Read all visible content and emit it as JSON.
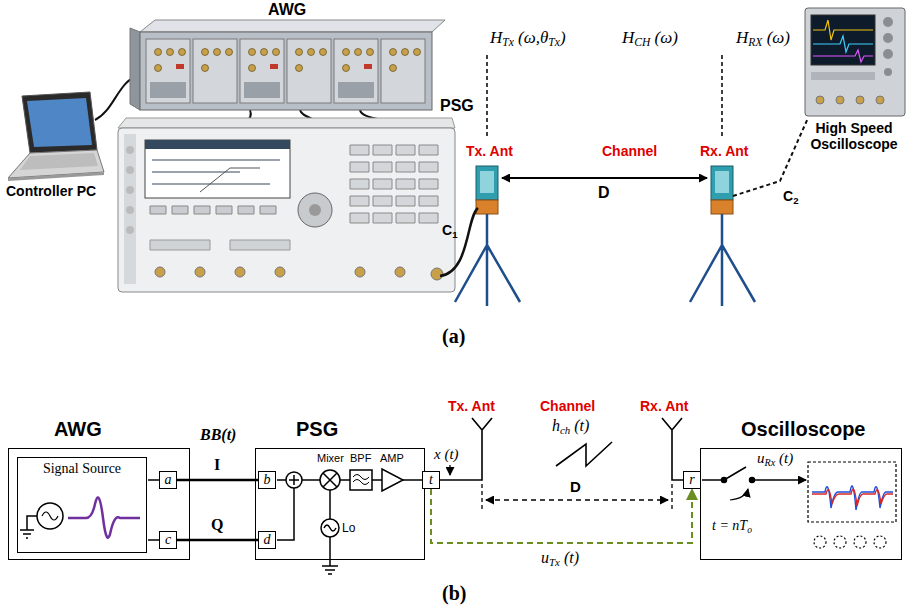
{
  "diagram": {
    "nodes": [
      {
        "text": [
          "AWG"
        ]
      },
      {
        "text": [
          "Signal Source"
        ],
        "in": 0
      },
      {
        "text": [
          "a"
        ],
        "in": 0
      },
      {
        "text": [
          "c"
        ],
        "in": 0
      },
      {
        "text": [
          "PSG"
        ]
      },
      {
        "text": [
          "b"
        ],
        "in": 4
      },
      {
        "text": [
          "d"
        ],
        "in": 4
      },
      {
        "text": [
          "t"
        ],
        "in": 4
      },
      {
        "text": [
          "Oscilloscope"
        ]
      },
      {
        "text": [
          "r"
        ],
        "in": 8
      }
    ],
    "edges": [
      {
        "from": 2,
        "to": 5,
        "arrow": "none",
        "label": "I"
      },
      {
        "from": 3,
        "to": 6,
        "arrow": "none",
        "label": "Q"
      },
      {
        "from": 7,
        "to": 9,
        "arrow": "to"
      }
    ],
    "labels": [
      "AWG",
      "Controller PC",
      "PSG",
      "HTx (ω,θTx)",
      "HCH (ω)",
      "HRX (ω)",
      "Tx. Ant",
      "Channel",
      "Rx. Ant",
      "D",
      "C1",
      "C2",
      "High Speed Oscilloscope",
      "(a)",
      "BB(t)",
      "Mixer",
      "BPF",
      "AMP",
      "Lo",
      "x (t)",
      "Tx. Ant",
      "Channel",
      "hch (t)",
      "Rx. Ant",
      "D",
      "uTx (t)",
      "uRx (t)",
      "t = nTo",
      "(b)"
    ]
  }
}
